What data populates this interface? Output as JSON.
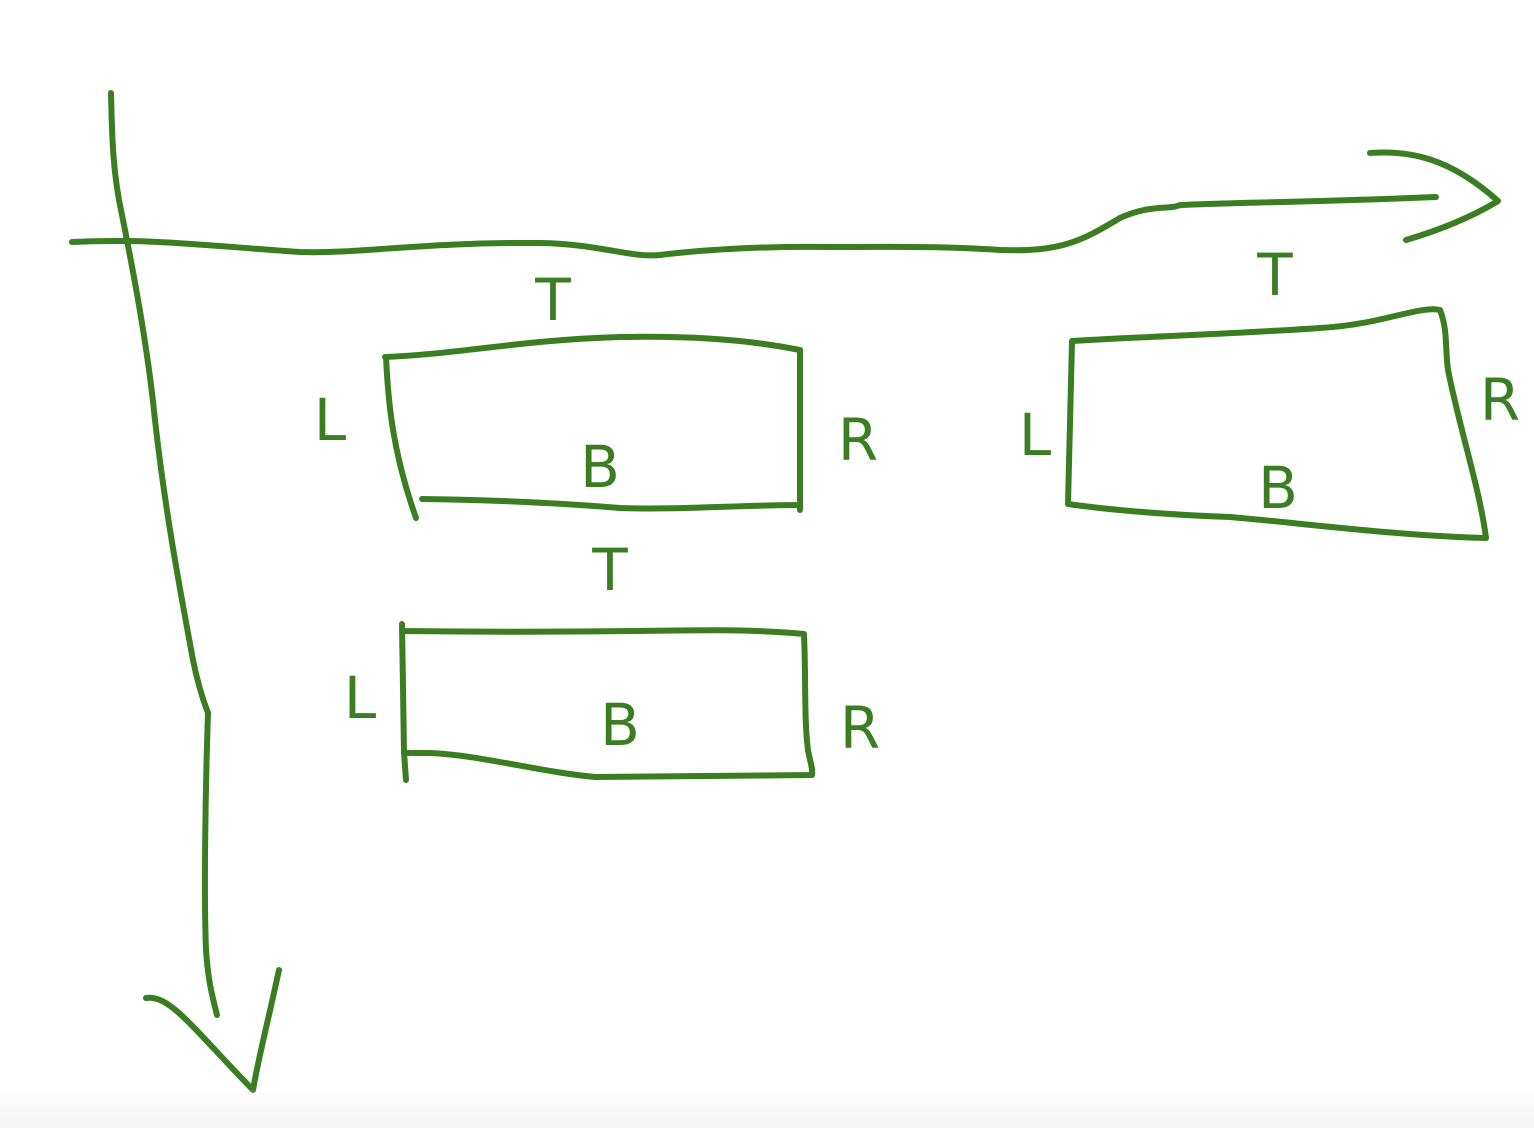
{
  "diagram": {
    "stroke_color": "#3a7d22",
    "boxes": [
      {
        "id": "box-1",
        "labels": {
          "top": "T",
          "left": "L",
          "right": "R",
          "bottom": "B"
        }
      },
      {
        "id": "box-2",
        "labels": {
          "top": "T",
          "left": "L",
          "right": "R",
          "bottom": "B"
        }
      },
      {
        "id": "box-3",
        "labels": {
          "top": "T",
          "left": "L",
          "right": "R",
          "bottom": "B"
        }
      }
    ]
  }
}
